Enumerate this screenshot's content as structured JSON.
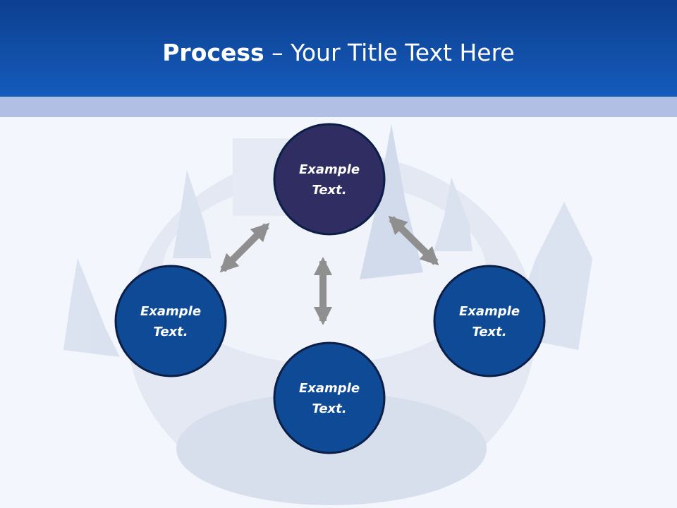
{
  "slide": {
    "title_bold": "Process",
    "title_rest": " – Your Title Text Here"
  },
  "colors": {
    "header_top": "#0d3f90",
    "header_bottom": "#155bbb",
    "band": "#b0bfe3",
    "node_top": "#2f2d62",
    "node": "#0f4a96",
    "node_border": "#0b1e45",
    "arrow": "#8f8f8f"
  },
  "nodes": [
    {
      "id": "top",
      "line1": "Example",
      "line2": "Text."
    },
    {
      "id": "left",
      "line1": "Example",
      "line2": "Text."
    },
    {
      "id": "right",
      "line1": "Example",
      "line2": "Text."
    },
    {
      "id": "bottom",
      "line1": "Example",
      "line2": "Text."
    }
  ]
}
